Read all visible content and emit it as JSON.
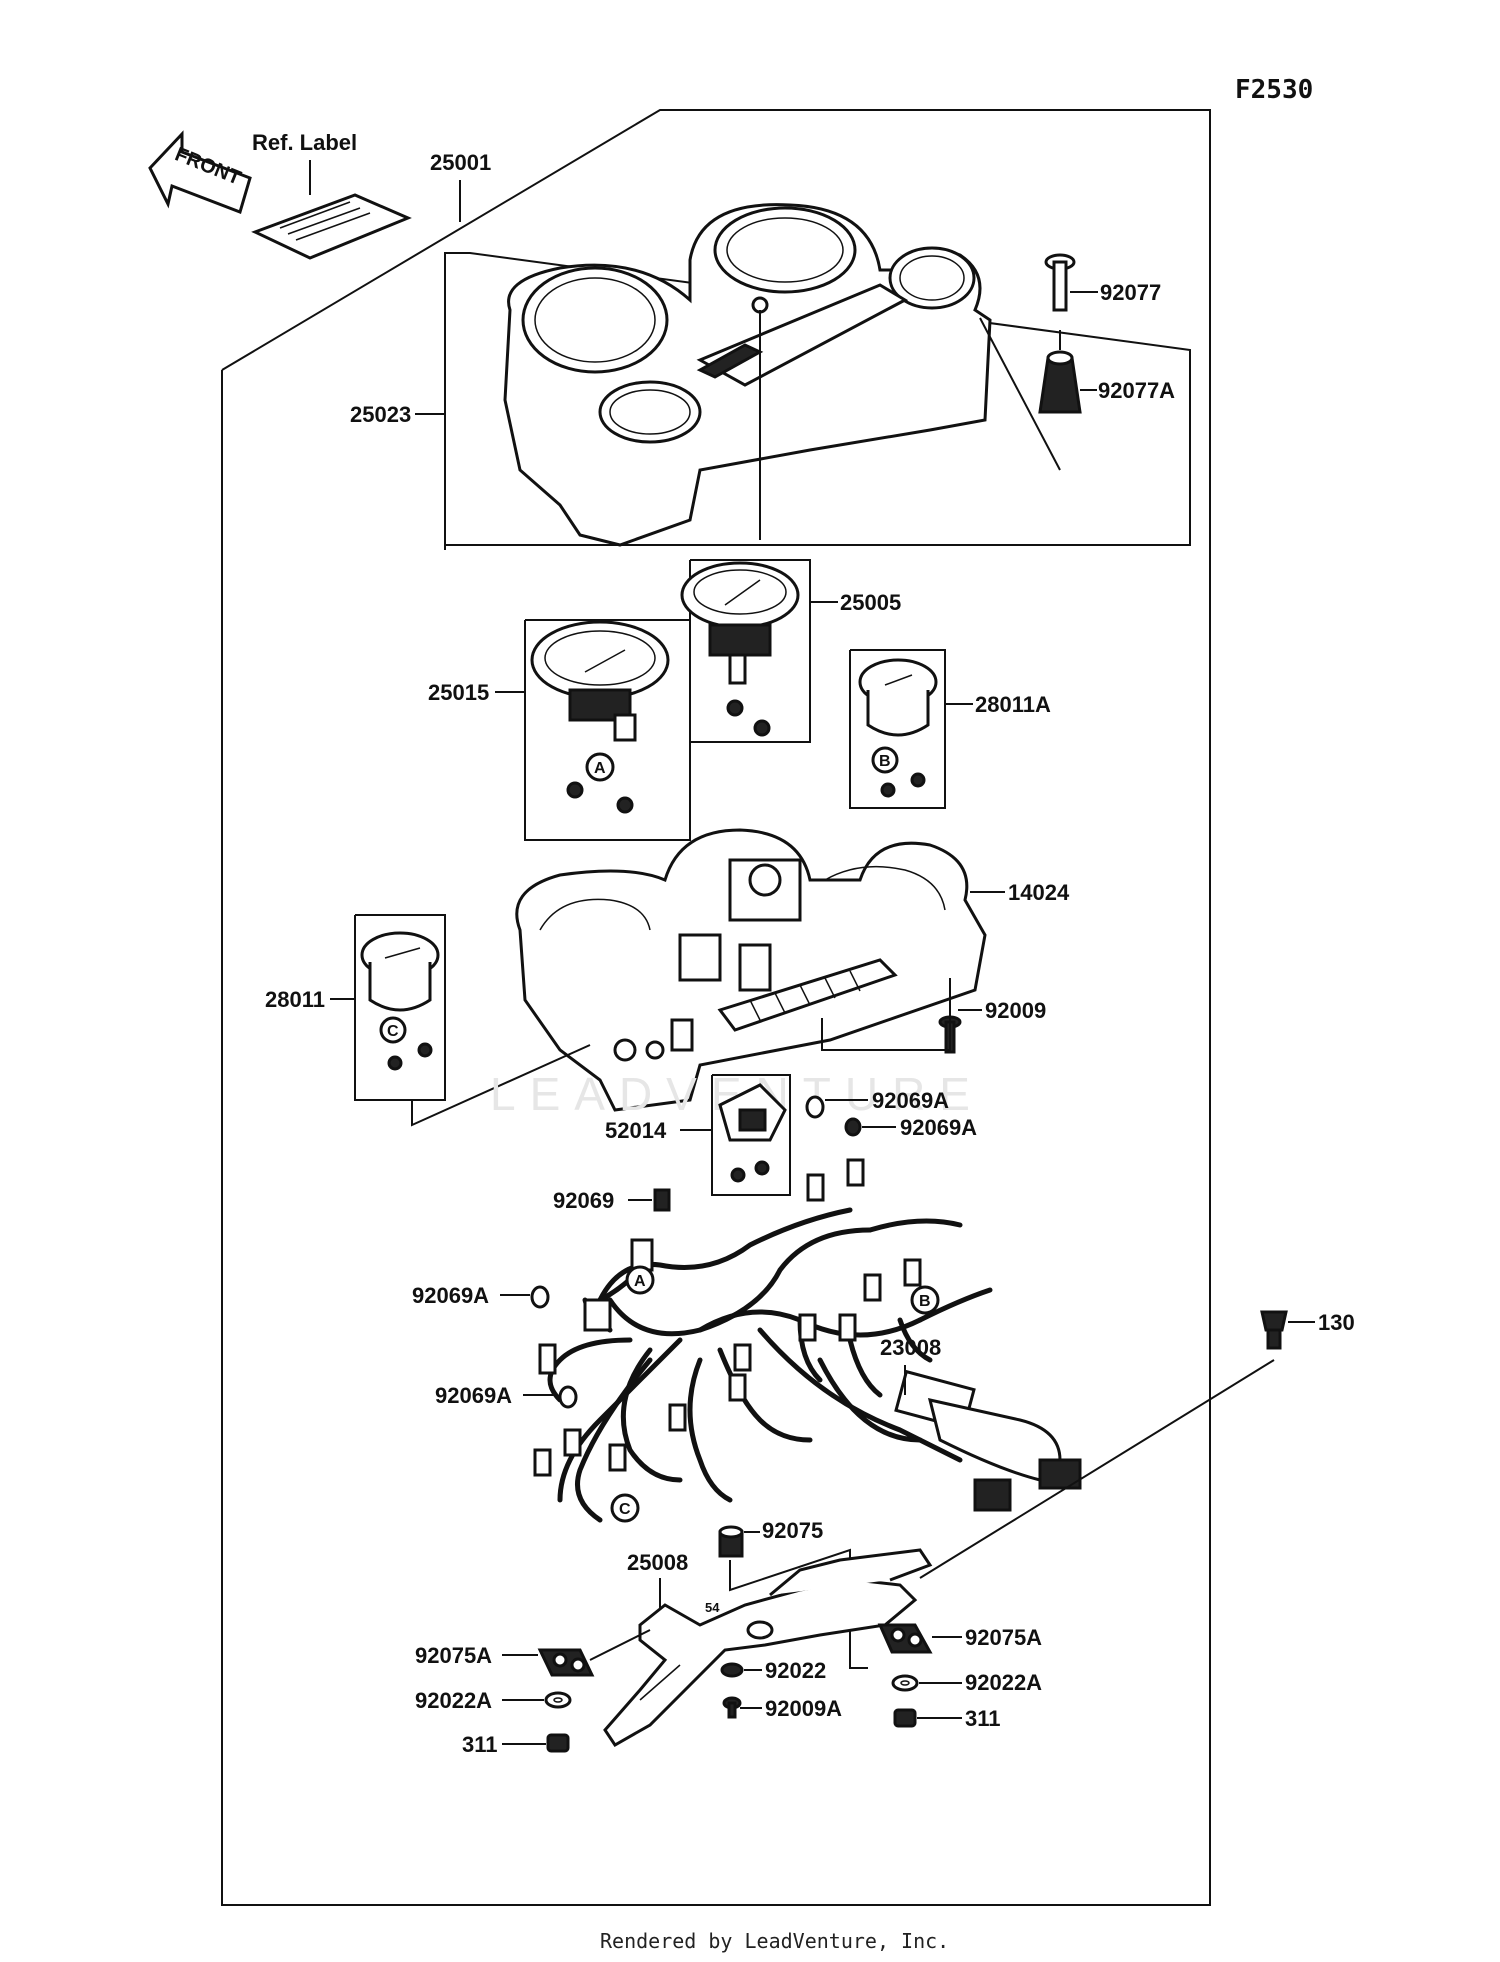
{
  "diagram_code": "F2530",
  "ref_label": "Ref. Label",
  "front_arrow": "FRONT",
  "watermark": "LEADVENTURE",
  "footer": "Rendered by LeadVenture, Inc.",
  "callouts": {
    "assembly": "25001",
    "housing_cover": "25023",
    "screw_top": "92077",
    "grommet_top": "92077A",
    "tachometer": "25005",
    "speedometer": "25015",
    "gauge_b": "28011A",
    "meter_case": "14024",
    "gauge_c": "28011",
    "screw_case": "92009",
    "bulb_1": "92069A",
    "socket": "52014",
    "bulb_2": "92069A",
    "bulb_3": "92069",
    "bulb_4": "92069A",
    "harness": "23008",
    "bolt": "130",
    "bulb_5": "92069A",
    "damper_top": "92075",
    "bracket": "25008",
    "damper_left": "92075A",
    "washer_center": "92022",
    "damper_right": "92075A",
    "washer_left": "92022A",
    "washer_right": "92022A",
    "screw_bracket": "92009A",
    "nut_left": "311",
    "nut_right": "311"
  },
  "connectors": {
    "a": "A",
    "b": "B",
    "c": "C"
  },
  "bracket_mark": "54"
}
